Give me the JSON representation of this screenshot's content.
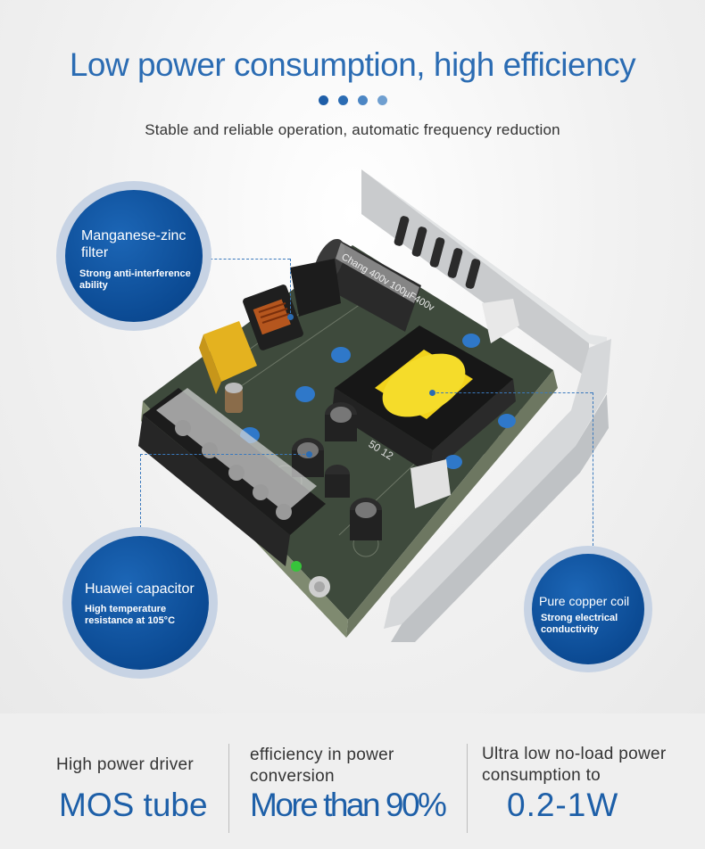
{
  "header": {
    "title": "Low power consumption, high efficiency",
    "subtitle": "Stable and reliable operation, automatic frequency reduction",
    "dot_colors": [
      "#1e5ea8",
      "#2b6cb3",
      "#4c86c4",
      "#6f9fd0"
    ]
  },
  "product": {
    "capacitor_marking": "Chang 400v 100µF400v",
    "transformer_marking": "50 12"
  },
  "callouts": {
    "filter": {
      "title": "Manganese-zinc filter",
      "description": "Strong anti-interference ability"
    },
    "capacitor": {
      "title": "Huawei capacitor",
      "description": "High temperature resistance at 105°C"
    },
    "coil": {
      "title": "Pure copper coil",
      "description": "Strong electrical conductivity"
    }
  },
  "stats": [
    {
      "label": "High power driver",
      "value": "MOS tube"
    },
    {
      "label": "efficiency in power conversion",
      "value": "More than 90%"
    },
    {
      "label": "Ultra low no-load power consumption to",
      "value": "0.2-1W"
    }
  ],
  "colors": {
    "accent": "#2b6cb3",
    "callout_blue": "#0b4a93",
    "callout_ring": "#c7d3e4"
  }
}
